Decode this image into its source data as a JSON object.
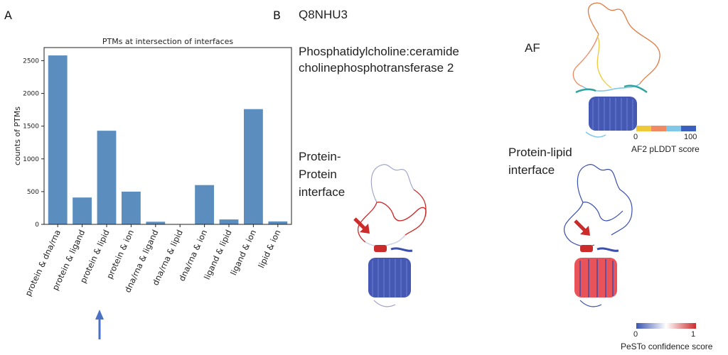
{
  "panels": {
    "a_label": "A",
    "b_label": "B"
  },
  "chart_data": {
    "type": "bar",
    "title": "PTMs at intersection of interfaces",
    "ylabel": "counts of PTMs",
    "xlabel": "",
    "categories": [
      "protein & dna/rna",
      "protein & ligand",
      "protein & lipid",
      "protein & ion",
      "dna/rna & ligand",
      "dna/rna & lipid",
      "dna/rna & ion",
      "ligand & lipid",
      "ligand & ion",
      "lipid & ion"
    ],
    "values": [
      2580,
      410,
      1430,
      500,
      40,
      0,
      600,
      75,
      1760,
      45
    ],
    "ylim": [
      0,
      2700
    ],
    "yticks": [
      0,
      500,
      1000,
      1500,
      2000,
      2500
    ],
    "ytick_labels": [
      "0",
      "500",
      "1000",
      "1500",
      "2000",
      "2500"
    ],
    "bar_color": "#5b8ebf",
    "grid": false,
    "highlight_category": "protein & lipid",
    "highlight_color": "#4a72c4"
  },
  "protein": {
    "uniprot_id": "Q8NHU3",
    "name_line1": "Phosphatidylcholine:ceramide",
    "name_line2": "cholinephosphotransferase 2"
  },
  "structures": {
    "af_label": "AF",
    "ppi_label_line1": "Protein-",
    "ppi_label_line2": "Protein",
    "ppi_label_line3": "interface",
    "pli_label_line1": "Protein-lipid",
    "pli_label_line2": "interface",
    "arrow_color": "#cc2b2b",
    "helix_color": "#3a4fb0"
  },
  "scales": {
    "af2": {
      "min": "0",
      "max": "100",
      "title": "AF2 pLDDT score",
      "colors": [
        "#f0c93a",
        "#ef8a62",
        "#7fc8e8",
        "#3b5fbf"
      ]
    },
    "pesto": {
      "min": "0",
      "max": "1",
      "title": "PeSTo confidence score",
      "colors": [
        "#3a55b0",
        "#ffffff",
        "#cc2b2b"
      ]
    }
  }
}
